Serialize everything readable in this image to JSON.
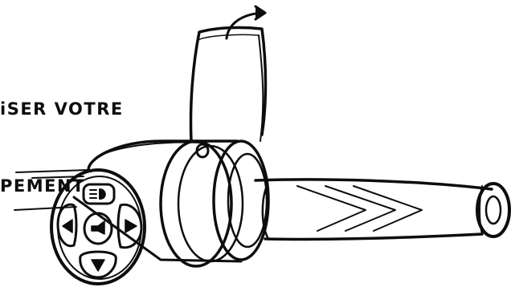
{
  "caption": {
    "line1": "iSER VOTRE",
    "line2": "PEMENT"
  },
  "colors": {
    "ink": "#0d0d0d",
    "paper": "#ffffff"
  },
  "illustration": {
    "subject": "handlebar control unit with directional pad and clamp strap",
    "strap_arrow_icon": "curved-arrow-icon",
    "pad_buttons": [
      {
        "name": "headlight-button",
        "icon": "headlight-icon"
      },
      {
        "name": "left-button",
        "icon": "arrow-left-icon"
      },
      {
        "name": "center-button",
        "icon": "horn-icon"
      },
      {
        "name": "right-button",
        "icon": "arrow-right-icon"
      },
      {
        "name": "down-button",
        "icon": "arrow-down-icon"
      }
    ]
  }
}
